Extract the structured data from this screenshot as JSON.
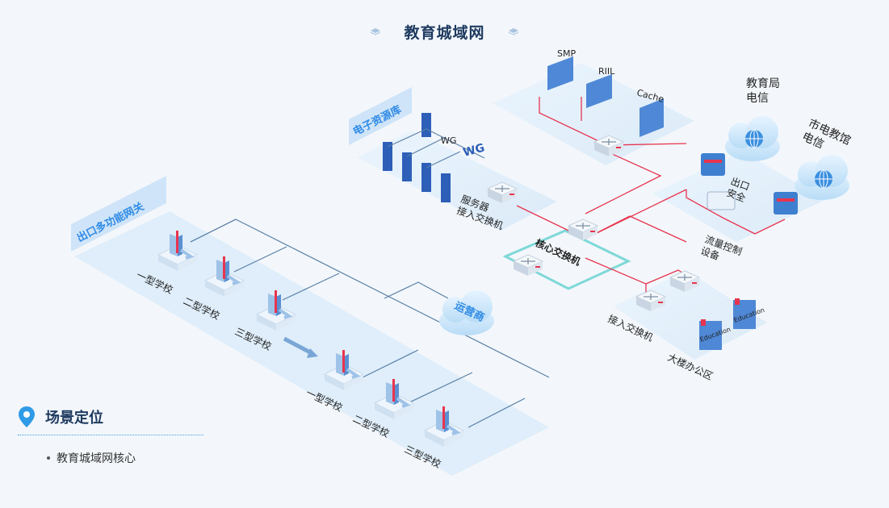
{
  "title": "教育城域网",
  "zones": {
    "resource_lib": "电子资源库",
    "gateway": "出口多功能网关"
  },
  "labels": {
    "smp": "SMP",
    "riil": "RIIL",
    "cache": "Cache",
    "wg": "WG",
    "server_switch": "服务器\n接入交换机",
    "core_switch": "核心交换机",
    "operator": "运营商",
    "edu_bureau_telecom": "教育局\n电信",
    "city_telecom": "市电教馆\n电信",
    "exit_security": "出口\n安全",
    "flow_control": "流量控制\n设备",
    "access_switch": "接入交换机",
    "building_office": "大楼办公区",
    "education": "Education",
    "schools_top": [
      "一型学校",
      "二型学校",
      "三型学校"
    ],
    "schools_bottom": [
      "一型学校",
      "二型学校",
      "三型学校"
    ]
  },
  "legend": {
    "title": "场景定位",
    "items": [
      "教育城域网核心"
    ]
  },
  "colors": {
    "red_link": "#e8344e",
    "blue_link": "#5a7fa6",
    "cyan_link": "#7fd8d8",
    "accent": "#2f8be6",
    "platform": "#e3effa"
  }
}
